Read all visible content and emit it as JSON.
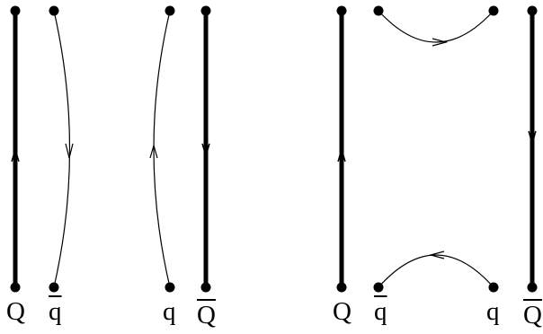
{
  "labels": {
    "left_Q": "Q",
    "left_qbar": "q",
    "left_q": "q",
    "left_Qbar": "Q",
    "right_Q": "Q",
    "right_qbar": "q",
    "right_q": "q",
    "right_Qbar": "Q"
  },
  "colors": {
    "stroke": "#000000",
    "background": "#ffffff"
  }
}
